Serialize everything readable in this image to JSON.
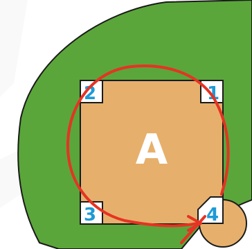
{
  "field": {
    "label": "A",
    "grass_color": "#5aa63a",
    "infield_color": "#e6b06c",
    "outline_color": "#1a1a1a",
    "label_color": "#ffffff"
  },
  "bases": [
    {
      "label": "1"
    },
    {
      "label": "2"
    },
    {
      "label": "3"
    },
    {
      "label": "4"
    }
  ],
  "bases_style": {
    "fill": "#ffffff",
    "text_color": "#1e9ad6"
  },
  "route": {
    "color": "#e63323"
  }
}
